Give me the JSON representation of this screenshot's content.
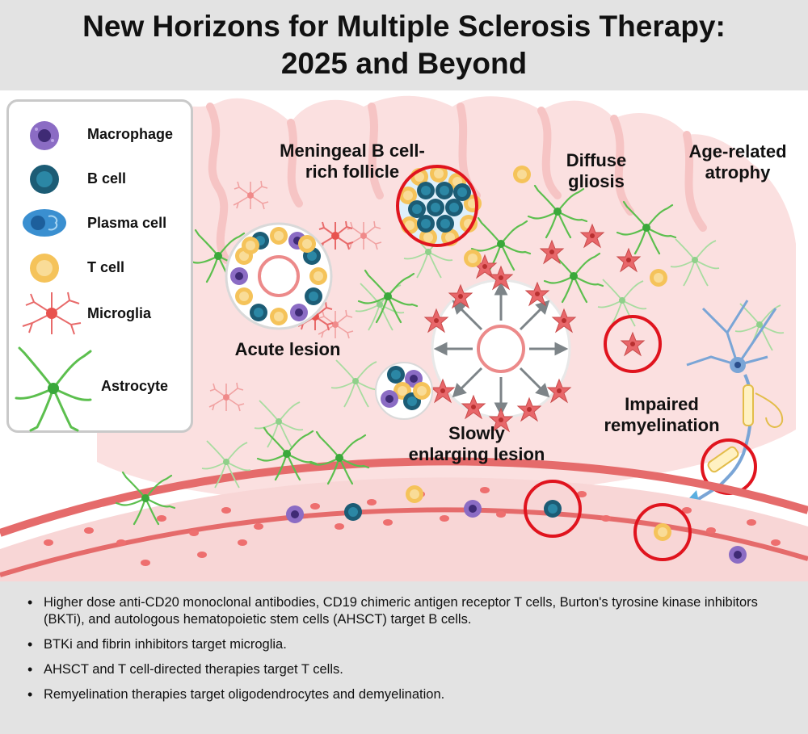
{
  "title": {
    "line1": "New Horizons for Multiple Sclerosis Therapy:",
    "line2": "2025 and Beyond"
  },
  "legend": {
    "items": [
      {
        "label": "Macrophage",
        "icon": "macrophage-icon",
        "color": "#7b5cb5"
      },
      {
        "label": "B cell",
        "icon": "b-cell-icon",
        "color": "#1d5b73"
      },
      {
        "label": "Plasma cell",
        "icon": "plasma-cell-icon",
        "color": "#3a8fd0"
      },
      {
        "label": "T cell",
        "icon": "t-cell-icon",
        "color": "#f2b84b"
      },
      {
        "label": "Microglia",
        "icon": "microglia-icon",
        "color": "#e26a6a"
      },
      {
        "label": "Astrocyte",
        "icon": "astrocyte-icon",
        "color": "#5cbf4e"
      }
    ]
  },
  "labels": {
    "meningeal": [
      "Meningeal B cell-",
      "rich follicle"
    ],
    "diffuse": [
      "Diffuse",
      "gliosis"
    ],
    "age": [
      "Age-related",
      "atrophy"
    ],
    "acute": "Acute lesion",
    "slowly": [
      "Slowly",
      "enlarging lesion"
    ],
    "impaired": [
      "Impaired",
      "remyelination"
    ]
  },
  "bullets": [
    "Higher dose anti-CD20 monoclonal antibodies, CD19 chimeric antigen receptor T cells, Burton's tyrosine kinase inhibitors (BKTi), and autologous hematopoietic stem cells (AHSCT) target B cells.",
    "BTKi and fibrin inhibitors target microglia.",
    "AHSCT and T cell-directed therapies target T cells.",
    "Remyelination therapies target oligodendrocytes and demyelination."
  ],
  "colors": {
    "highlight_ring": "#e0141e",
    "brain_tissue": "#fbd9d9",
    "vessel": "#f3b5b5",
    "red_blood_cell": "#ee6f6f"
  }
}
